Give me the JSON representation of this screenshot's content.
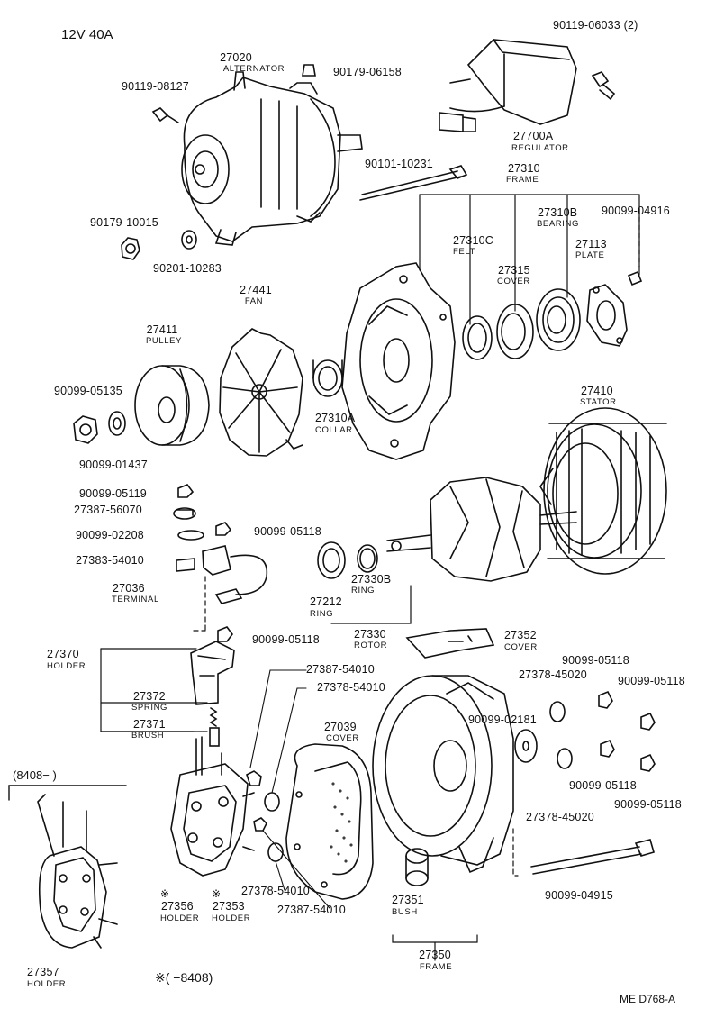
{
  "header": {
    "spec": "12V 40A",
    "footer_code": "ME D768-A",
    "range_note": "※(     −8408)"
  },
  "inset": {
    "label": "(8408−     )"
  },
  "parts": {
    "alternator": {
      "no": "27020",
      "name": "ALTERNATOR"
    },
    "bolt_top": {
      "no": "90179-06158"
    },
    "bolt_left": {
      "no": "90119-08127"
    },
    "screw_reg": {
      "no": "90119-06033 (2)"
    },
    "regulator": {
      "no": "27700A",
      "name": "REGULATOR"
    },
    "long_bolt": {
      "no": "90101-10231"
    },
    "frame_top": {
      "no": "27310",
      "name": "FRAME"
    },
    "bearing": {
      "no": "27310B",
      "name": "BEARING"
    },
    "screw_plate": {
      "no": "90099-04916"
    },
    "nut_a": {
      "no": "90179-10015"
    },
    "washer_a": {
      "no": "90201-10283"
    },
    "felt": {
      "no": "27310C",
      "name": "FELT"
    },
    "plate": {
      "no": "27113",
      "name": "PLATE"
    },
    "cover_315": {
      "no": "27315",
      "name": "COVER"
    },
    "fan": {
      "no": "27441",
      "name": "FAN"
    },
    "pulley": {
      "no": "27411",
      "name": "PULLEY"
    },
    "nut_b": {
      "no": "90099-05135"
    },
    "collar": {
      "no": "27310A",
      "name": "COLLAR"
    },
    "washer_b": {
      "no": "90099-01437"
    },
    "stator": {
      "no": "27410",
      "name": "STATOR"
    },
    "nut_c": {
      "no": "90099-05119"
    },
    "ins_d": {
      "no": "27387-56070"
    },
    "washer_c": {
      "no": "90099-02208"
    },
    "nut_d": {
      "no": "90099-05118"
    },
    "plate_term": {
      "no": "27383-54010"
    },
    "terminal": {
      "no": "27036",
      "name": "TERMINAL"
    },
    "ring_b": {
      "no": "27330B",
      "name": "RING"
    },
    "ring_212": {
      "no": "27212",
      "name": "RING"
    },
    "rotor": {
      "no": "27330",
      "name": "ROTOR"
    },
    "nut_e": {
      "no": "90099-05118"
    },
    "holder_370": {
      "no": "27370",
      "name": "HOLDER"
    },
    "cover_352": {
      "no": "27352",
      "name": "COVER"
    },
    "ins_a": {
      "no": "27387-54010"
    },
    "nut_f": {
      "no": "90099-05118"
    },
    "ins_e": {
      "no": "27378-45020"
    },
    "nut_g": {
      "no": "90099-05118"
    },
    "spring": {
      "no": "27372",
      "name": "SPRING"
    },
    "ins_b": {
      "no": "27378-54010"
    },
    "brush": {
      "no": "27371",
      "name": "BRUSH"
    },
    "cover_039": {
      "no": "27039",
      "name": "COVER"
    },
    "washer_d": {
      "no": "90099-02181"
    },
    "ins_f": {
      "no": "27378-45020"
    },
    "nut_h": {
      "no": "90099-05118"
    },
    "nut_i": {
      "no": "90099-05118"
    },
    "ins_c": {
      "no": "27378-54010"
    },
    "ins_g": {
      "no": "27387-54010"
    },
    "long_bolt_b": {
      "no": "90099-04915"
    },
    "holder_356": {
      "no": "27356",
      "name": "HOLDER"
    },
    "holder_353": {
      "no": "27353",
      "name": "HOLDER"
    },
    "bush": {
      "no": "27351",
      "name": "BUSH"
    },
    "frame_bot": {
      "no": "27350",
      "name": "FRAME"
    },
    "holder_357": {
      "no": "27357",
      "name": "HOLDER"
    }
  },
  "marks": {
    "asterisk": "※"
  }
}
